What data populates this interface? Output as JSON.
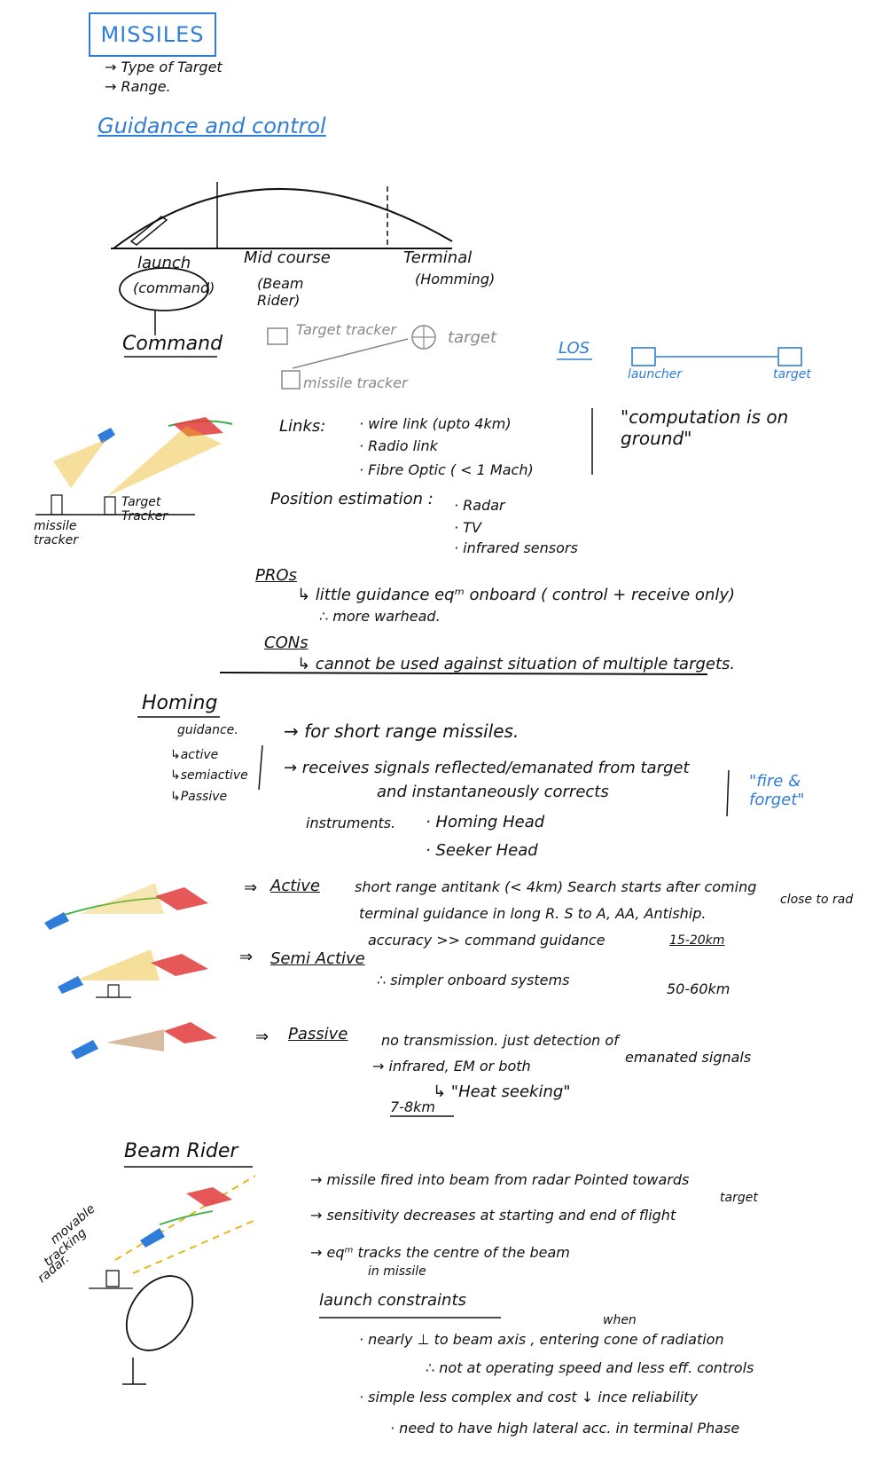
{
  "title": "MISSILES",
  "intro": [
    "→ Type of Target",
    "→ Range."
  ],
  "heading_guidance": "Guidance and control",
  "phases": [
    "launch",
    "Mid course",
    "Terminal"
  ],
  "phase_sub": [
    "(command)",
    "(Beam Rider)",
    "(Homming)"
  ],
  "command": {
    "heading": "Command",
    "target_tracker": "Target tracker",
    "target": "target",
    "missile_tracker": "missile tracker",
    "los": "LOS",
    "launcher": "launcher",
    "los_target": "target",
    "fig_target_tracker": "Target Tracker",
    "fig_missile_tracker": "missile tracker",
    "links_label": "Links:",
    "links": [
      "· wire link  (upto 4km)",
      "· Radio link",
      "· Fibre Optic ( < 1 Mach)"
    ],
    "quote": "\"computation is on ground\"",
    "position_label": "Position estimation :",
    "position": [
      "· Radar",
      "· TV",
      "· infrared sensors"
    ],
    "pros_label": "PROs",
    "pros": [
      "↳ little guidance eqᵐ onboard  ( control + receive only)",
      "∴ more warhead."
    ],
    "cons_label": "CONs",
    "cons": "↳ cannot be used against situation of multiple targets."
  },
  "homing": {
    "heading": "Homing",
    "sub": [
      "guidance.",
      "↳active",
      "↳semiactive",
      "↳Passive"
    ],
    "points": [
      "→ for short range missiles.",
      "→ receives signals reflected/emanated from target",
      "and instantaneously corrects"
    ],
    "quote": "\"fire & forget\"",
    "instruments_label": "instruments.",
    "instruments": [
      "· Homing Head",
      "· Seeker Head"
    ],
    "active_label": "Active",
    "active_lines": [
      "short range antitank  (< 4km)  Search starts after coming",
      "terminal guidance in long R.  S to A, AA, Antiship.",
      "accuracy >> command guidance"
    ],
    "active_note_small": "close to rad",
    "range1": "15-20km",
    "semi_label": "Semi Active",
    "semi_line": "∴  simpler onboard systems",
    "range2": "50-60km",
    "passive_label": "Passive",
    "passive_lines": [
      "no transmission.  just detection of",
      "emanated signals",
      "→ infrared, EM or both",
      "↳ \"Heat seeking\""
    ],
    "range3": "7-8km"
  },
  "beam": {
    "heading": "Beam Rider",
    "fig_label": [
      "movable",
      "tracking",
      "radar."
    ],
    "points": [
      "→ missile fired into beam from radar  Pointed towards",
      "target",
      "→ sensitivity decreases at starting and end of flight",
      "→ eqᵐ tracks  the centre of the beam",
      "in missile"
    ],
    "constraints_label": "launch constraints",
    "constraints": [
      "· nearly ⊥ to beam axis , entering cone of radiation",
      "when",
      "∴ not at operating speed and less eff. controls",
      "· simple less complex and cost ↓  ince reliability",
      "· need to have high lateral acc.  in terminal Phase"
    ]
  },
  "colors": {
    "blue_ink": "#2f7dd8",
    "red_jet": "#e23b3b",
    "yellow_beam": "#e9b820",
    "green_link": "#3cb043",
    "brown": "#a86b2d"
  }
}
